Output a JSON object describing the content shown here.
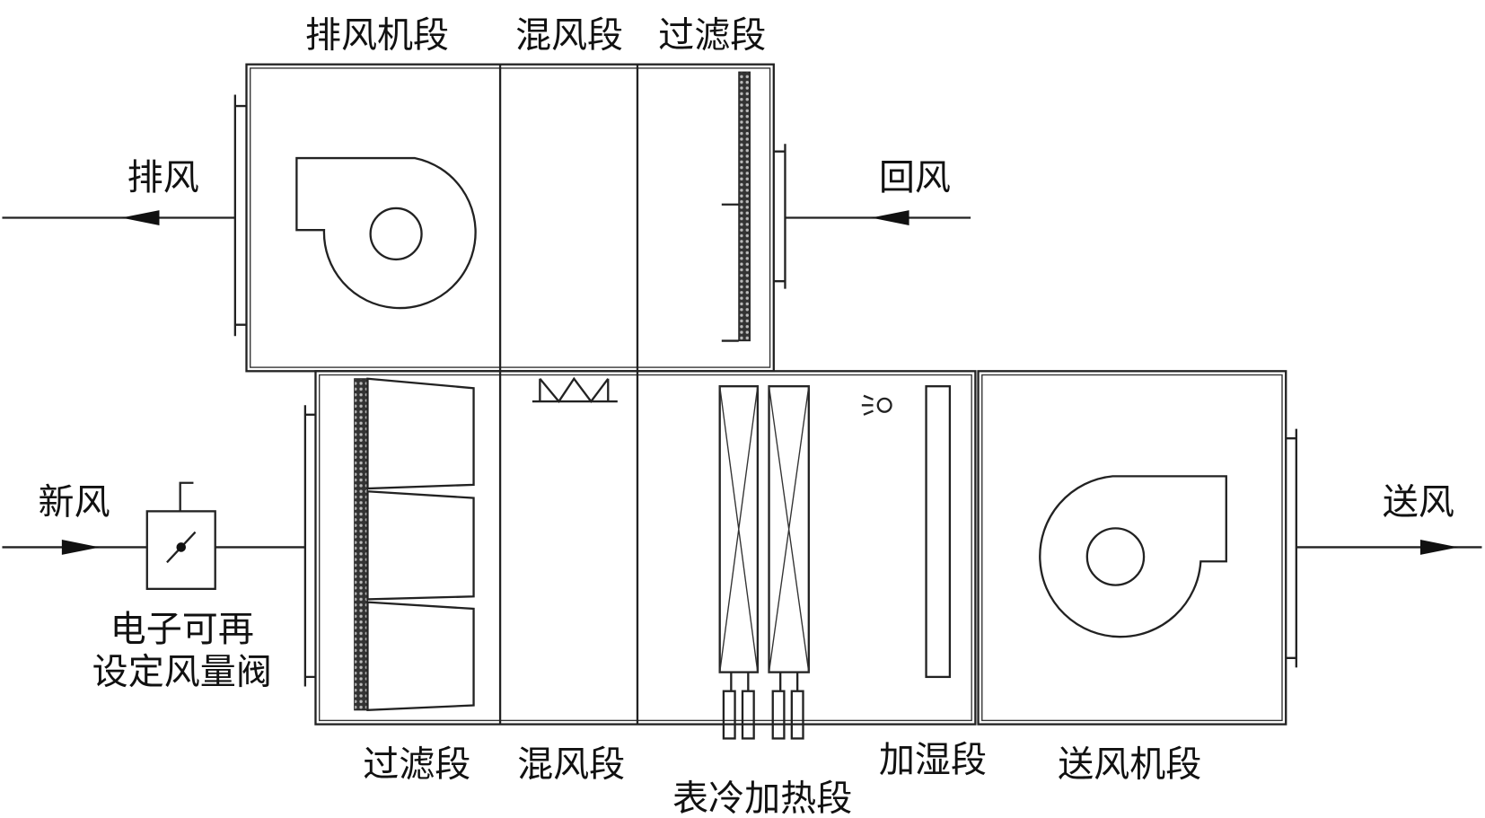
{
  "title_top": {
    "exhaust_fan_section": "排风机段",
    "mixing_section": "混风段",
    "filter_section": "过滤段"
  },
  "flows": {
    "exhaust_air": "排风",
    "return_air": "回风",
    "fresh_air": "新风",
    "supply_air": "送风"
  },
  "damper_label": [
    "电子可再",
    "设定风量阀"
  ],
  "bottom_labels": {
    "filter_section": "过滤段",
    "mixing_section": "混风段",
    "coil_section": "表冷加热段",
    "humidifier_section": "加湿段",
    "supply_fan_section": "送风机段"
  }
}
